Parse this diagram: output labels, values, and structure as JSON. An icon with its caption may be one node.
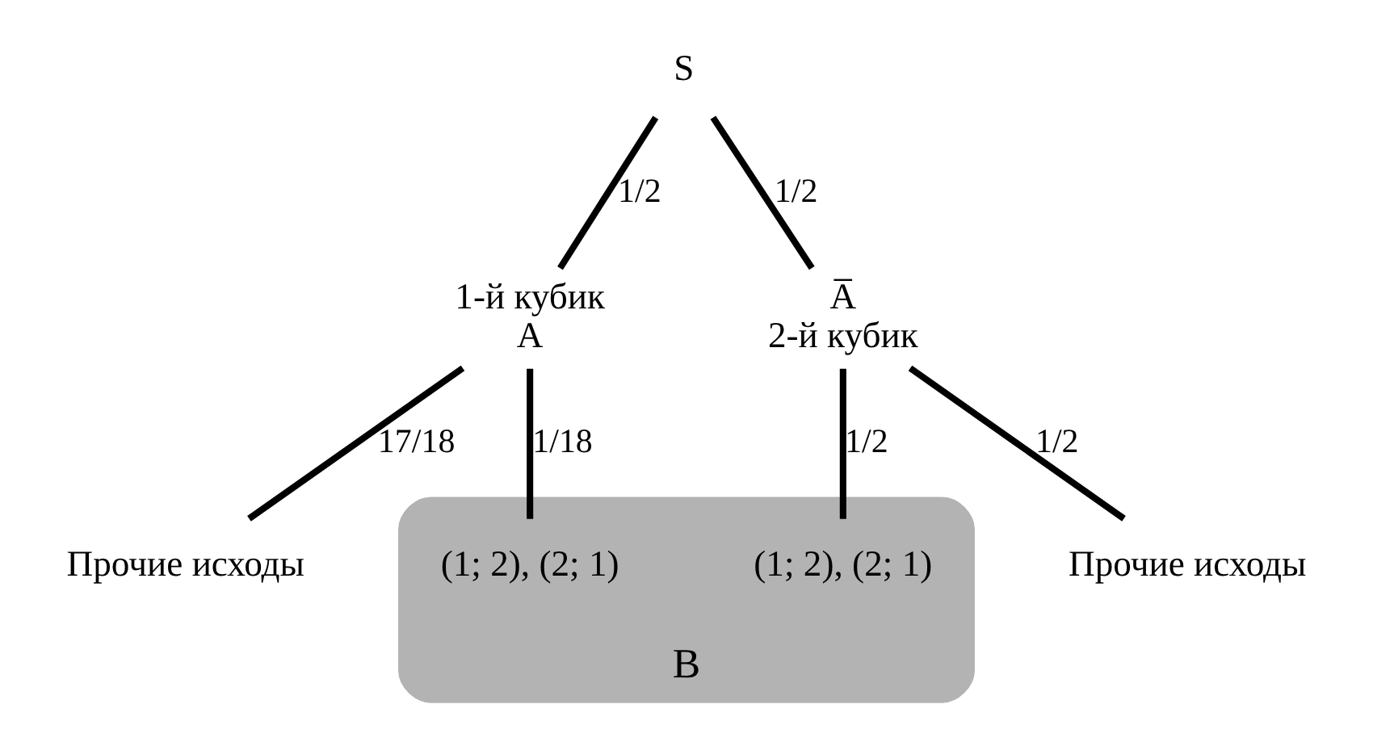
{
  "diagram": {
    "nodes": [
      {
        "text": [
          "S"
        ]
      },
      {
        "text": [
          "B"
        ]
      },
      {
        "text": [
          "1-й кубик",
          "A"
        ]
      },
      {
        "text": [
          "A̅",
          "2-й кубик"
        ]
      },
      {
        "text": [
          "(1; 2), (2; 1)"
        ],
        "in": 1
      },
      {
        "text": [
          "Прочие исходы"
        ]
      },
      {
        "text": [
          "(1; 2), (2; 1)"
        ],
        "in": 1
      },
      {
        "text": [
          "Прочие исходы"
        ]
      }
    ],
    "edges": [
      {
        "from": 0,
        "to": 2,
        "arrow": "none",
        "label": "1/2"
      },
      {
        "from": 0,
        "to": 3,
        "arrow": "none",
        "label": "1/2"
      },
      {
        "from": 2,
        "to": 4,
        "arrow": "none",
        "label": "1/18"
      },
      {
        "from": 2,
        "to": 5,
        "arrow": "none",
        "label": "17/18"
      },
      {
        "from": 3,
        "to": 6,
        "arrow": "none",
        "label": "1/2"
      },
      {
        "from": 3,
        "to": 7,
        "arrow": "none",
        "label": "1/2"
      }
    ]
  }
}
